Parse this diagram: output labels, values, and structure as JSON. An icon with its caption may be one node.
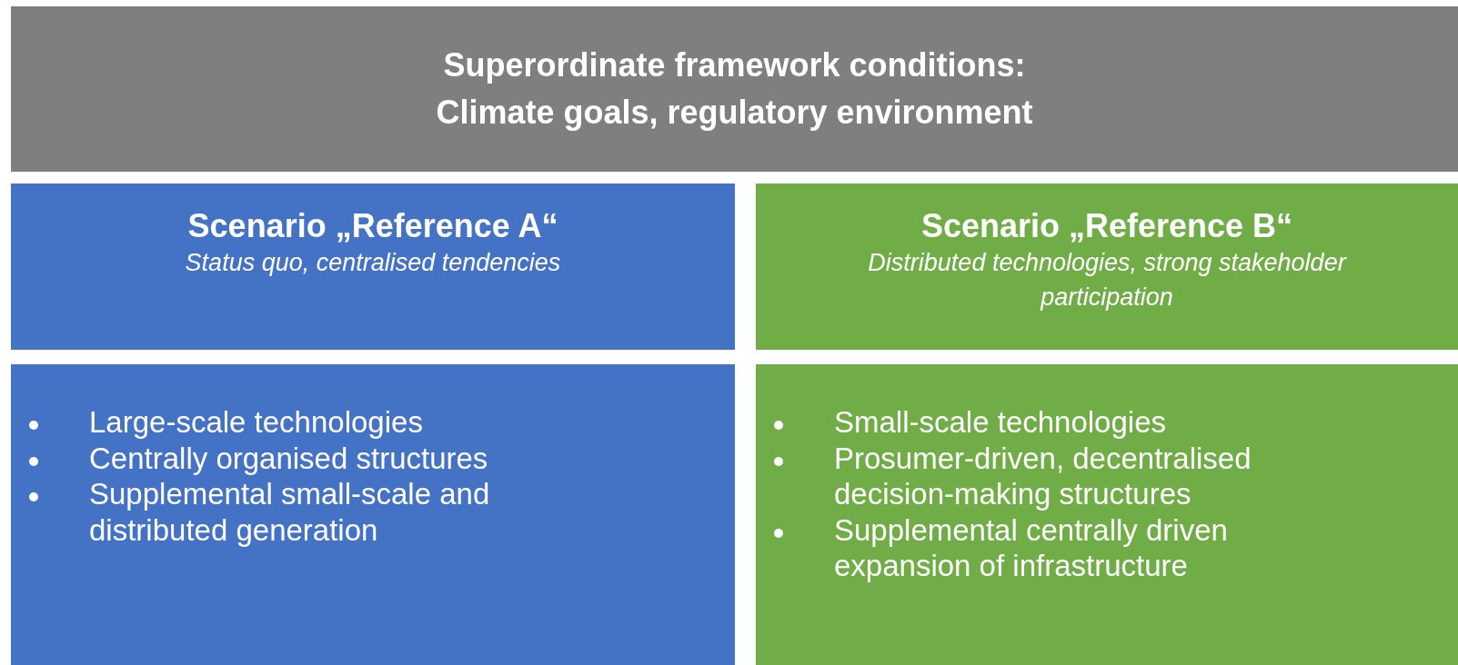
{
  "diagram": {
    "nodes": [
      {
        "text": [
          "Superordinate framework conditions: Climate goals, regulatory environment"
        ]
      },
      {
        "text": [
          "Scenario „Reference A“",
          "Status quo, centralised tendencies"
        ]
      },
      {
        "text": [
          "Scenario „Reference B“",
          "Distributed technologies, strong stakeholder participation"
        ]
      },
      {
        "text": [
          "Large-scale technologies",
          "Centrally organised structures",
          "Supplemental small-scale and distributed generation"
        ]
      },
      {
        "text": [
          "Small-scale technologies",
          "Prosumer-driven, decentralised decision-making structures",
          "Supplemental centrally driven expansion of infrastructure"
        ]
      }
    ]
  }
}
